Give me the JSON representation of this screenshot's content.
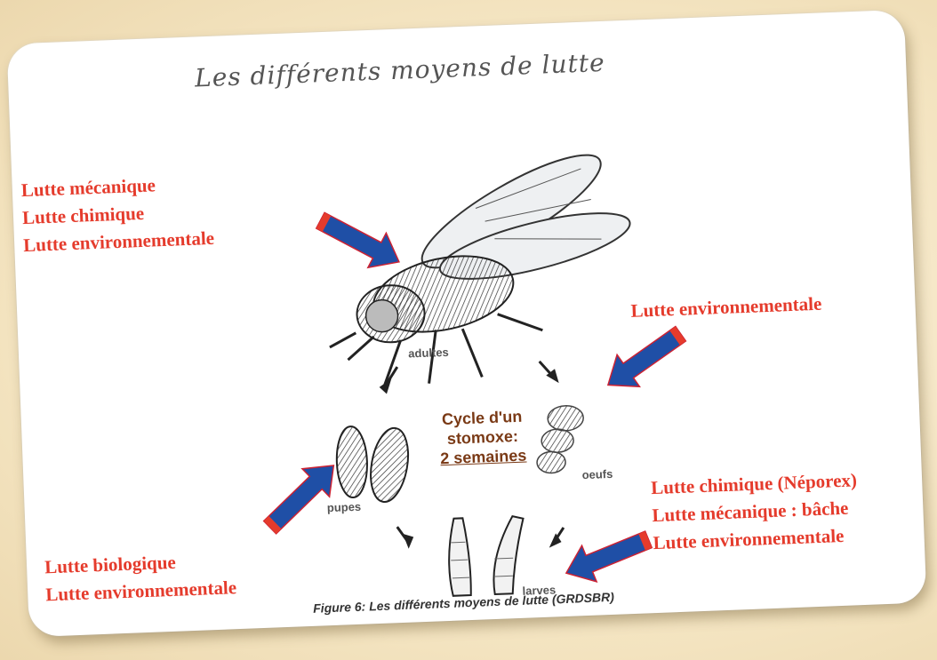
{
  "title": "Les différents moyens de lutte",
  "groups": {
    "adult": [
      "Lutte mécanique",
      "Lutte chimique",
      "Lutte environnementale"
    ],
    "eggs": [
      "Lutte environnementale"
    ],
    "larvae": [
      "Lutte chimique (Néporex)",
      "Lutte mécanique : bâche",
      "Lutte environnementale"
    ],
    "pupae": [
      "Lutte biologique",
      "Lutte environnementale"
    ]
  },
  "stages": {
    "adults": "adultes",
    "eggs": "oeufs",
    "larvae": "larves",
    "pupae": "pupes"
  },
  "cycle": {
    "line1": "Cycle d'un",
    "line2": "stomoxe:",
    "line3": "2 semaines"
  },
  "caption": "Figure 6: Les différents moyens de lutte (GRDSBR)",
  "colors": {
    "label_red": "#e53b2c",
    "arrow_blue": "#1f4fa6",
    "cycle_brown": "#7a3a16"
  }
}
